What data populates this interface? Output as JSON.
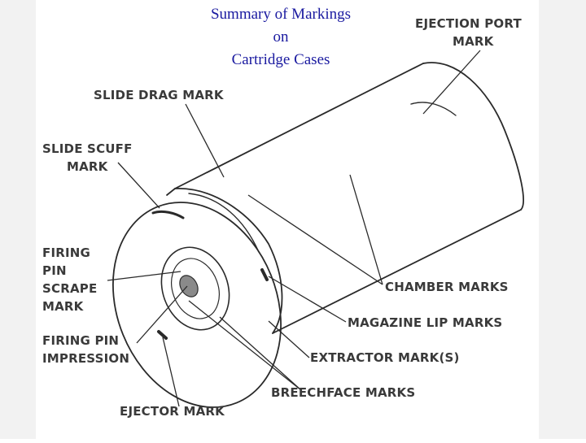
{
  "title": {
    "line1": "Summary of Markings",
    "line2": "on",
    "line3": "Cartridge Cases"
  },
  "labels": {
    "ejection_port_line1": "EJECTION PORT",
    "ejection_port_line2": "MARK",
    "slide_drag": "SLIDE DRAG MARK",
    "slide_scuff_line1": "SLIDE SCUFF",
    "slide_scuff_line2": "MARK",
    "firing_pin_scrape_line1": "FIRING",
    "firing_pin_scrape_line2": "PIN",
    "firing_pin_scrape_line3": "SCRAPE",
    "firing_pin_scrape_line4": "MARK",
    "firing_pin_impression_line1": "FIRING PIN",
    "firing_pin_impression_line2": "IMPRESSION",
    "chamber": "CHAMBER MARKS",
    "magazine_lip": "MAGAZINE LIP MARKS",
    "extractor": "EXTRACTOR MARK(S)",
    "breechface": "BREECHFACE MARKS",
    "ejector": "EJECTOR MARK"
  },
  "colors": {
    "title": "#1a1aa0",
    "label": "#3a3a3a",
    "line": "#2a2a2a",
    "background": "#ffffff"
  }
}
